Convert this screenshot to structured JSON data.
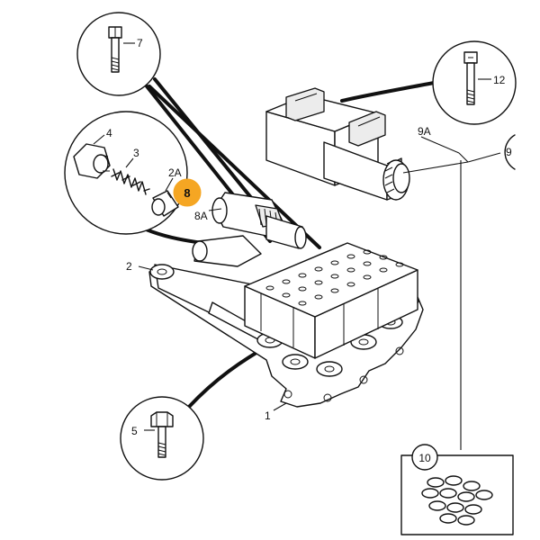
{
  "callouts": {
    "p1": "1",
    "p2": "2",
    "p2a": "2A",
    "p3": "3",
    "p4": "4",
    "p5": "5",
    "p7": "7",
    "p8": "8",
    "p8a": "8A",
    "p9": "9",
    "p9a": "9A",
    "p10": "10",
    "p12": "12"
  },
  "colors": {
    "highlight": "#f5a623",
    "ink": "#111111",
    "paper": "#ffffff"
  }
}
